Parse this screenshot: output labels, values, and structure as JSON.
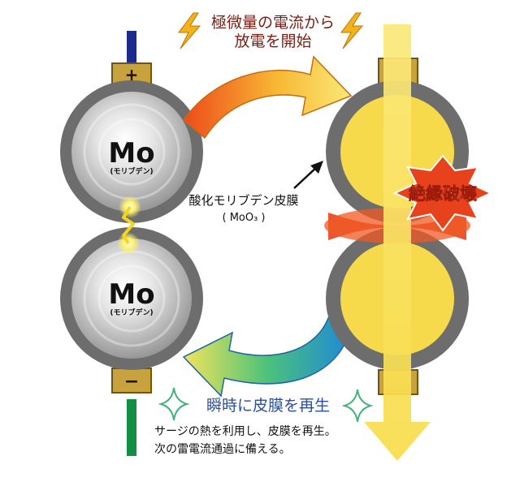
{
  "top_caption": {
    "line1": "極微量の電流から",
    "line2": "放電を開始"
  },
  "left_top_disc": {
    "symbol": "Mo",
    "sub": "(モリブデン)"
  },
  "left_bottom_disc": {
    "symbol": "Mo",
    "sub": "(モリブデン)"
  },
  "terminals": {
    "positive": "+",
    "negative": "−"
  },
  "film_label": {
    "line1": "酸化モリブデン皮膜",
    "line2": "( MoO₃ )"
  },
  "burst_label": "絶縁破壊",
  "bottom_caption": {
    "title": "瞬時に皮膜を再生",
    "line1": "サージの熱を利用し、皮膜を再生。",
    "line2": "次の雷電流通過に備える。"
  },
  "colors": {
    "navy_wire": "#1c2c8c",
    "green_wire": "#138f43",
    "brass": "#c8a23c",
    "disc_ring": "#6d6d6d",
    "disc_face": "#d6d6d6",
    "yellow_fill": "#f6da4b",
    "burst_red": "#e8421c",
    "caption_red": "#7a1d14",
    "caption_blue": "#2a4fa0"
  }
}
